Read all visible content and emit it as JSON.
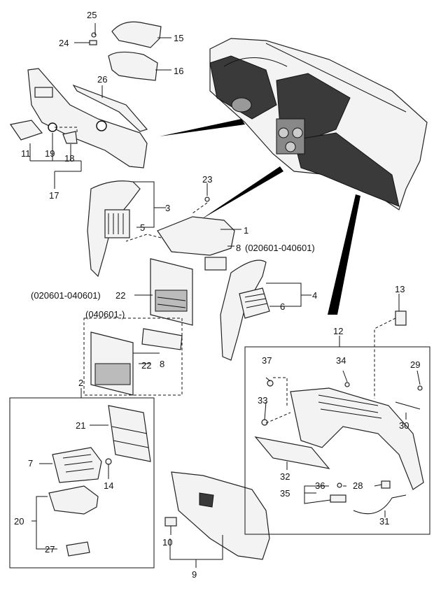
{
  "callouts": {
    "c1": "1",
    "c2": "2",
    "c3": "3",
    "c4": "4",
    "c5": "5",
    "c6": "6",
    "c7": "7",
    "c8a": "8",
    "c8b": "8",
    "c9": "9",
    "c10": "10",
    "c11": "11",
    "c12": "12",
    "c13": "13",
    "c14": "14",
    "c15": "15",
    "c16": "16",
    "c17": "17",
    "c18": "18",
    "c19": "19",
    "c20": "20",
    "c21": "21",
    "c22a": "22",
    "c22b": "22",
    "c23": "23",
    "c24": "24",
    "c25": "25",
    "c26": "26",
    "c27": "27",
    "c28": "28",
    "c29": "29",
    "c30": "30",
    "c31": "31",
    "c32": "32",
    "c33": "33",
    "c34": "34",
    "c35": "35",
    "c36": "36",
    "c37": "37"
  },
  "notes": {
    "n_right": "(020601-040601)",
    "n_left": "(020601-040601)",
    "n_from": "(040601-)"
  }
}
